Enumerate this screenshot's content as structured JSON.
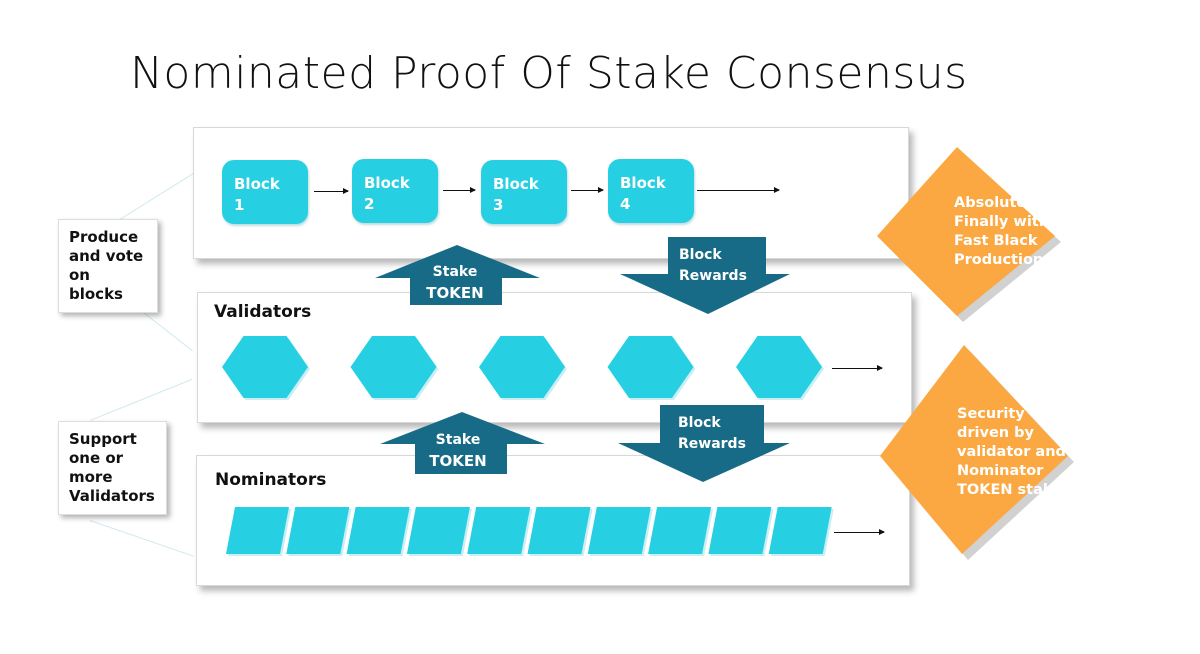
{
  "title": "Nominated Proof Of Stake Consensus",
  "colors": {
    "shape_cyan": "#26d0e2",
    "arrow_teal": "#176b86",
    "diamond_orange": "#fba843",
    "text_dark": "#111111"
  },
  "blocks_layer": {
    "blocks": [
      {
        "line1": "Block",
        "line2": "1"
      },
      {
        "line1": "Block",
        "line2": "2"
      },
      {
        "line1": "Block",
        "line2": "3"
      },
      {
        "line1": "Block",
        "line2": "4"
      }
    ]
  },
  "validators_layer": {
    "label": "Validators",
    "node_count": 5
  },
  "nominators_layer": {
    "label": "Nominators",
    "node_count": 10
  },
  "side_labels": {
    "validators_role": [
      "Produce",
      "and vote",
      "on blocks"
    ],
    "nominators_role": [
      "Support",
      "one or",
      "more",
      "Validators"
    ]
  },
  "flows": {
    "stake_up_1": [
      "Stake",
      "TOKEN"
    ],
    "rewards_down_1": [
      "Block",
      "Rewards"
    ],
    "stake_up_2": [
      "Stake",
      "TOKEN"
    ],
    "rewards_down_2": [
      "Block",
      "Rewards"
    ]
  },
  "callouts": {
    "finality": [
      "Absolute",
      "Finally with",
      "Fast Black",
      "Production"
    ],
    "security": [
      "Security",
      "driven by",
      "validator and",
      "Nominator",
      "TOKEN stake"
    ]
  }
}
